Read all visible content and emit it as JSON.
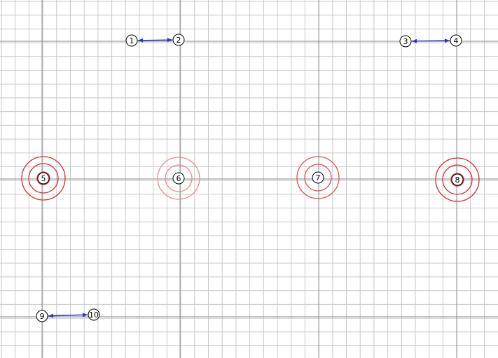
{
  "colors": {
    "background": "#ffffff",
    "grid_minor": "#c8c8c8",
    "grid_major": "#8a8a8a",
    "arrow": "#3333cc",
    "target_strong": "#d42a2a",
    "target_medium": "#dd5050",
    "target_light": "#e98a8a",
    "marker_stroke": "#000000",
    "marker_fill": "#ffffff"
  },
  "markers": [
    {
      "id": "1",
      "label": "1"
    },
    {
      "id": "2",
      "label": "2"
    },
    {
      "id": "3",
      "label": "3"
    },
    {
      "id": "4",
      "label": "4"
    },
    {
      "id": "5",
      "label": "5"
    },
    {
      "id": "6",
      "label": "6"
    },
    {
      "id": "7",
      "label": "7"
    },
    {
      "id": "8",
      "label": "8"
    },
    {
      "id": "9",
      "label": "9"
    },
    {
      "id": "10",
      "label": "10"
    }
  ],
  "arrows": [
    {
      "from": "1",
      "to": "2",
      "style": "double"
    },
    {
      "from": "3",
      "to": "4",
      "style": "double"
    },
    {
      "from": "9",
      "to": "10",
      "style": "double"
    }
  ],
  "targets": [
    {
      "marker": "5",
      "rings": 3,
      "tone": "strong"
    },
    {
      "marker": "6",
      "rings": 2,
      "tone": "light"
    },
    {
      "marker": "7",
      "rings": 2,
      "tone": "medium"
    },
    {
      "marker": "8",
      "rings": 3,
      "tone": "strong"
    }
  ]
}
